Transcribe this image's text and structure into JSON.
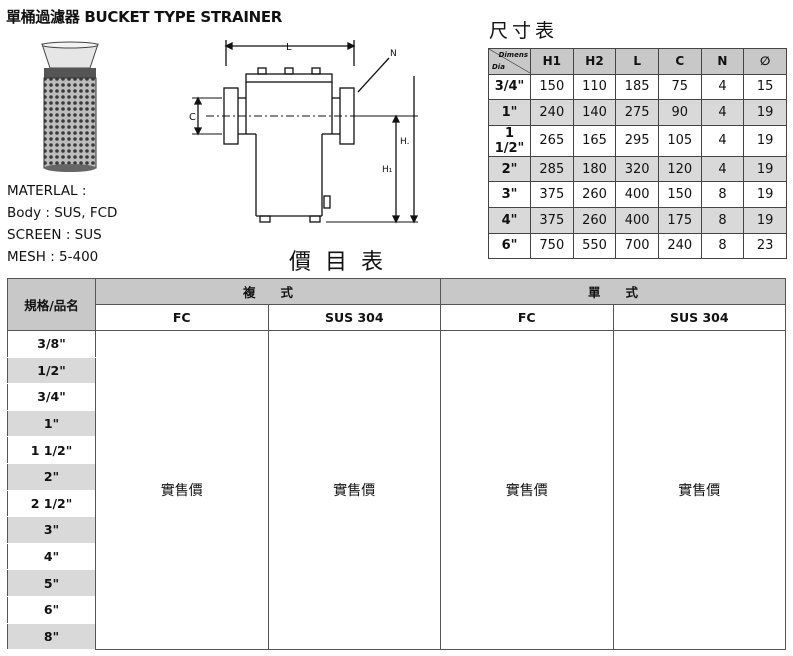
{
  "header": {
    "title": "單桶過濾器 BUCKET TYPE STRAINER"
  },
  "materials": [
    "MATERLAL :",
    "Body : SUS, FCD",
    "SCREEN : SUS",
    "MESH : 5-400"
  ],
  "diagram": {
    "labels": {
      "L": "L",
      "N": "N",
      "C": "C",
      "H": "H.",
      "H1": "H₁"
    }
  },
  "dimension_table": {
    "title": "尺寸表",
    "corner": {
      "top": "Dimens",
      "bottom": "Dia"
    },
    "columns": [
      "H1",
      "H2",
      "L",
      "C",
      "N",
      "∅"
    ],
    "rows": [
      [
        "3/4\"",
        "150",
        "110",
        "185",
        "75",
        "4",
        "15"
      ],
      [
        "1\"",
        "240",
        "140",
        "275",
        "90",
        "4",
        "19"
      ],
      [
        "1 1/2\"",
        "265",
        "165",
        "295",
        "105",
        "4",
        "19"
      ],
      [
        "2\"",
        "285",
        "180",
        "320",
        "120",
        "4",
        "19"
      ],
      [
        "3\"",
        "375",
        "260",
        "400",
        "150",
        "8",
        "19"
      ],
      [
        "4\"",
        "375",
        "260",
        "400",
        "175",
        "8",
        "19"
      ],
      [
        "6\"",
        "750",
        "550",
        "700",
        "240",
        "8",
        "23"
      ]
    ]
  },
  "price_table": {
    "title": "價目表",
    "row_header": "規格/品名",
    "groups": [
      {
        "name": "複　　式",
        "subs": [
          "FC",
          "SUS 304"
        ]
      },
      {
        "name": "單　　式",
        "subs": [
          "FC",
          "SUS 304"
        ]
      }
    ],
    "sizes": [
      "3/8\"",
      "1/2\"",
      "3/4\"",
      "1\"",
      "1 1/2\"",
      "2\"",
      "2 1/2\"",
      "3\"",
      "4\"",
      "5\"",
      "6\"",
      "8\""
    ],
    "cell_text": "實售價"
  }
}
